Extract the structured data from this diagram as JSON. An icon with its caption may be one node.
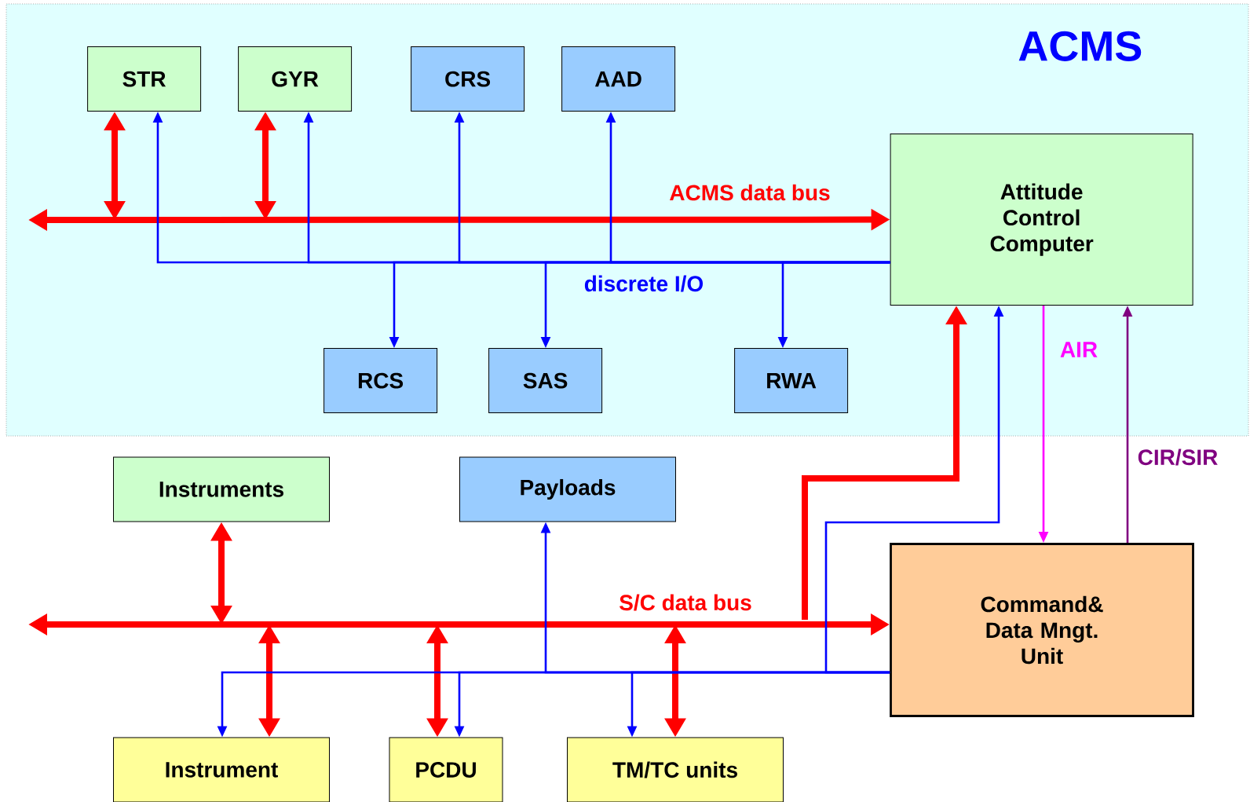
{
  "diagram": {
    "nodes": [
      {
        "text": [
          "ACMS"
        ]
      },
      {
        "text": [
          "STR"
        ],
        "in": 0
      },
      {
        "text": [
          "GYR"
        ],
        "in": 0
      },
      {
        "text": [
          "CRS"
        ],
        "in": 0
      },
      {
        "text": [
          "AAD"
        ],
        "in": 0
      },
      {
        "text": [
          "Attitude Control Computer"
        ],
        "in": 0
      },
      {
        "text": [
          "RCS"
        ],
        "in": 0
      },
      {
        "text": [
          "SAS"
        ],
        "in": 0
      },
      {
        "text": [
          "RWA"
        ],
        "in": 0
      },
      {
        "text": [
          "Instruments"
        ]
      },
      {
        "text": [
          "Payloads"
        ]
      },
      {
        "text": [
          "Command& Data Mngt. Unit"
        ]
      },
      {
        "text": [
          "Instrument"
        ]
      },
      {
        "text": [
          "PCDU"
        ]
      },
      {
        "text": [
          "TM/TC units"
        ]
      }
    ],
    "edges": [
      {
        "from": null,
        "to": 5,
        "arrow": "both",
        "label": "ACMS data bus",
        "style": "thick",
        "color": "#ff0000"
      },
      {
        "from": null,
        "to": 1,
        "arrow": "both",
        "style": "thick",
        "color": "#ff0000"
      },
      {
        "from": null,
        "to": 2,
        "arrow": "both",
        "style": "thick",
        "color": "#ff0000"
      },
      {
        "from": 5,
        "to": 1,
        "arrow": "to"
      },
      {
        "from": 5,
        "to": 2,
        "arrow": "to"
      },
      {
        "from": 5,
        "to": 3,
        "arrow": "to"
      },
      {
        "from": 5,
        "to": 4,
        "arrow": "to"
      },
      {
        "from": 5,
        "to": 6,
        "arrow": "to"
      },
      {
        "from": 5,
        "to": 7,
        "arrow": "to"
      },
      {
        "from": 5,
        "to": 8,
        "arrow": "to"
      },
      {
        "from": null,
        "to": 11,
        "arrow": "both",
        "label": "S/C data bus",
        "style": "thick",
        "color": "#ff0000"
      },
      {
        "from": null,
        "to": 9,
        "arrow": "both",
        "style": "thick",
        "color": "#ff0000"
      },
      {
        "from": null,
        "to": 12,
        "arrow": "both",
        "style": "thick",
        "color": "#ff0000"
      },
      {
        "from": null,
        "to": 13,
        "arrow": "both",
        "style": "thick",
        "color": "#ff0000"
      },
      {
        "from": null,
        "to": 14,
        "arrow": "both",
        "style": "thick",
        "color": "#ff0000"
      },
      {
        "from": 11,
        "to": 10,
        "arrow": "to"
      },
      {
        "from": 11,
        "to": 12,
        "arrow": "to"
      },
      {
        "from": 11,
        "to": 13,
        "arrow": "to"
      },
      {
        "from": 11,
        "to": 14,
        "arrow": "to"
      },
      {
        "from": 11,
        "to": 5,
        "arrow": "to"
      },
      {
        "from": null,
        "to": 5,
        "arrow": "to",
        "style": "thick",
        "color": "#ff0000"
      },
      {
        "from": 5,
        "to": 11,
        "arrow": "to",
        "label": "AIR",
        "color": "#ff00ff"
      },
      {
        "from": 11,
        "to": 5,
        "arrow": "to",
        "label": "CIR/SIR",
        "color": "#800080"
      }
    ],
    "labels": [
      "discrete I/O"
    ]
  }
}
